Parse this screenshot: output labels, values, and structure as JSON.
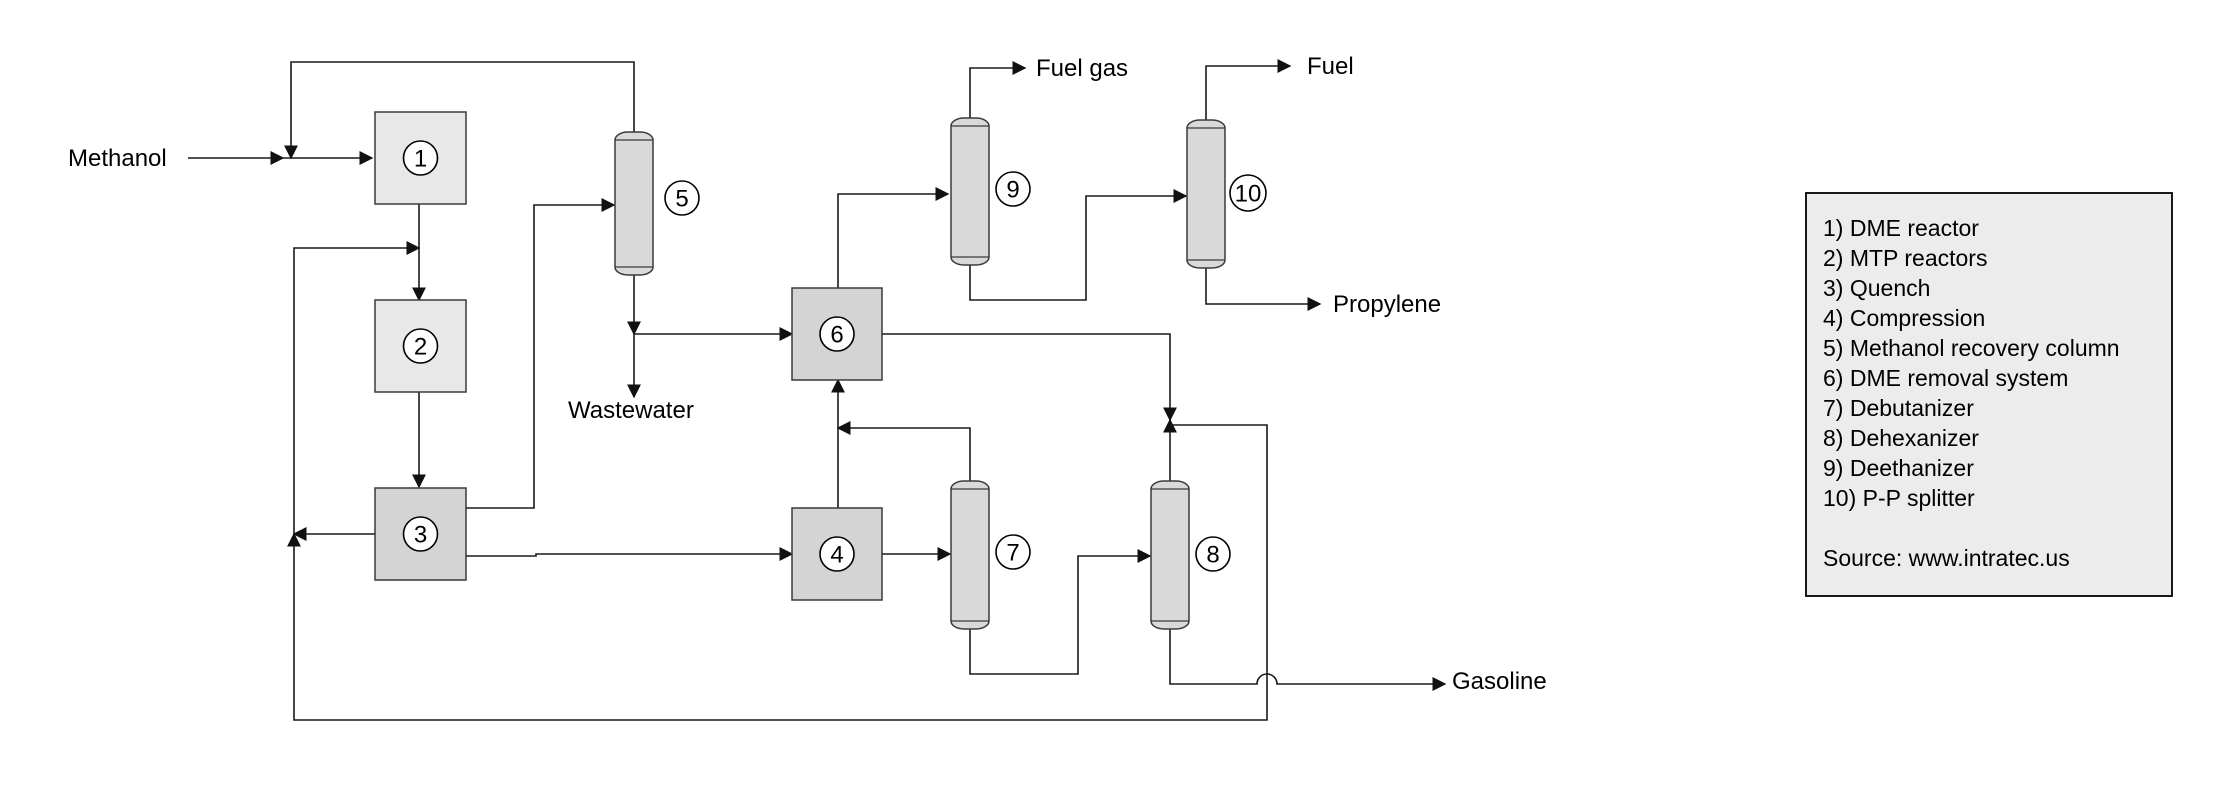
{
  "colors": {
    "unit_light": "#e8e8e8",
    "unit_dark": "#d4d4d4",
    "column_fill": "#d9d9d9",
    "legend_fill": "#ececec",
    "line": "#1a1a1a"
  },
  "units": {
    "u1": "1",
    "u2": "2",
    "u3": "3",
    "u4": "4",
    "u5": "5",
    "u6": "6",
    "u7": "7",
    "u8": "8",
    "u9": "9",
    "u10": "10"
  },
  "streams": {
    "methanol": "Methanol",
    "wastewater": "Wastewater",
    "fuel_gas": "Fuel gas",
    "fuel": "Fuel",
    "propylene": "Propylene",
    "gasoline": "Gasoline"
  },
  "legend": {
    "items": [
      "1) DME reactor",
      "2) MTP reactors",
      "3) Quench",
      "4) Compression",
      "5) Methanol recovery column",
      "6) DME removal system",
      "7) Debutanizer",
      "8) Dehexanizer",
      "9) Deethanizer",
      "10) P-P splitter"
    ],
    "source": "Source: www.intratec.us"
  }
}
